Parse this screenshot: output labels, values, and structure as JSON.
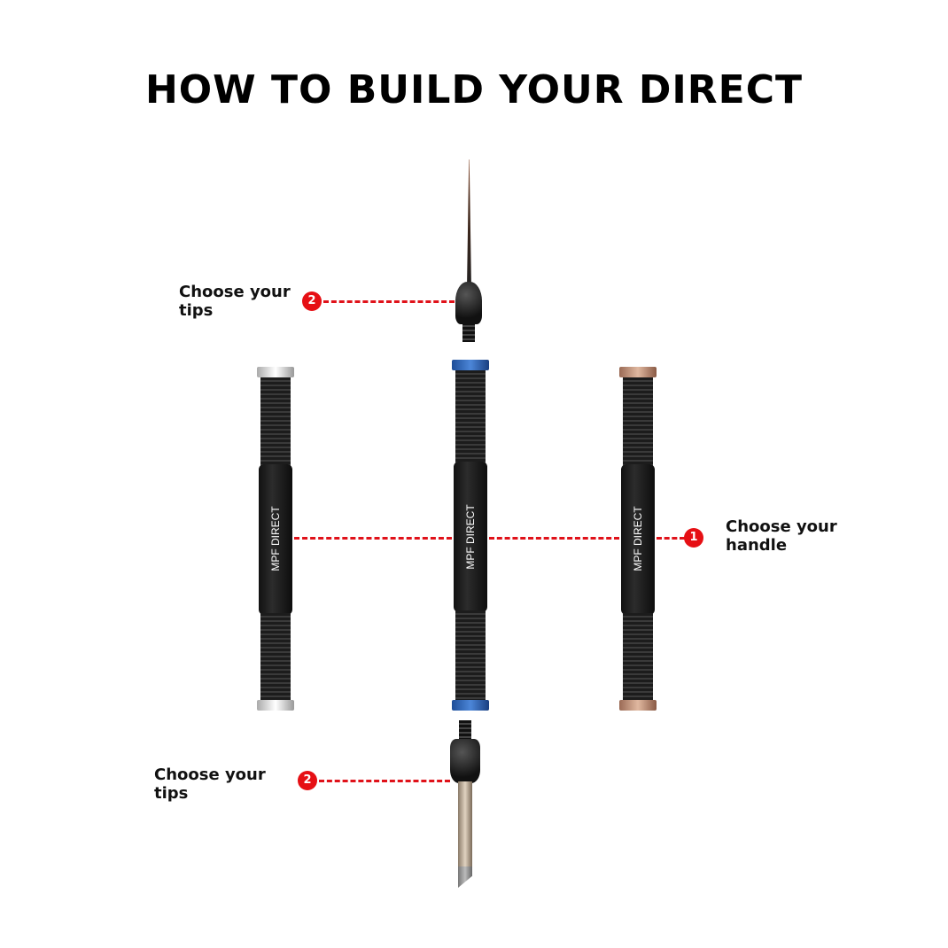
{
  "title": "HOW TO BUILD YOUR DIRECT",
  "steps": {
    "tips_top": {
      "number": "2",
      "label_line1": "Choose your",
      "label_line2": "tips"
    },
    "handle": {
      "number": "1",
      "label_line1": "Choose your",
      "label_line2": "handle"
    },
    "tips_bottom": {
      "number": "2",
      "label_line1": "Choose your",
      "label_line2": "tips"
    }
  },
  "handles": [
    {
      "brand": "MPF DIRECT",
      "accent_color": "#c8c8c8"
    },
    {
      "brand": "MPF DIRECT",
      "accent_color": "#2a62b8"
    },
    {
      "brand": "MPF DIRECT",
      "accent_color": "#b98a72"
    }
  ],
  "colors": {
    "accent_red": "#e60f14",
    "text": "#111111"
  }
}
